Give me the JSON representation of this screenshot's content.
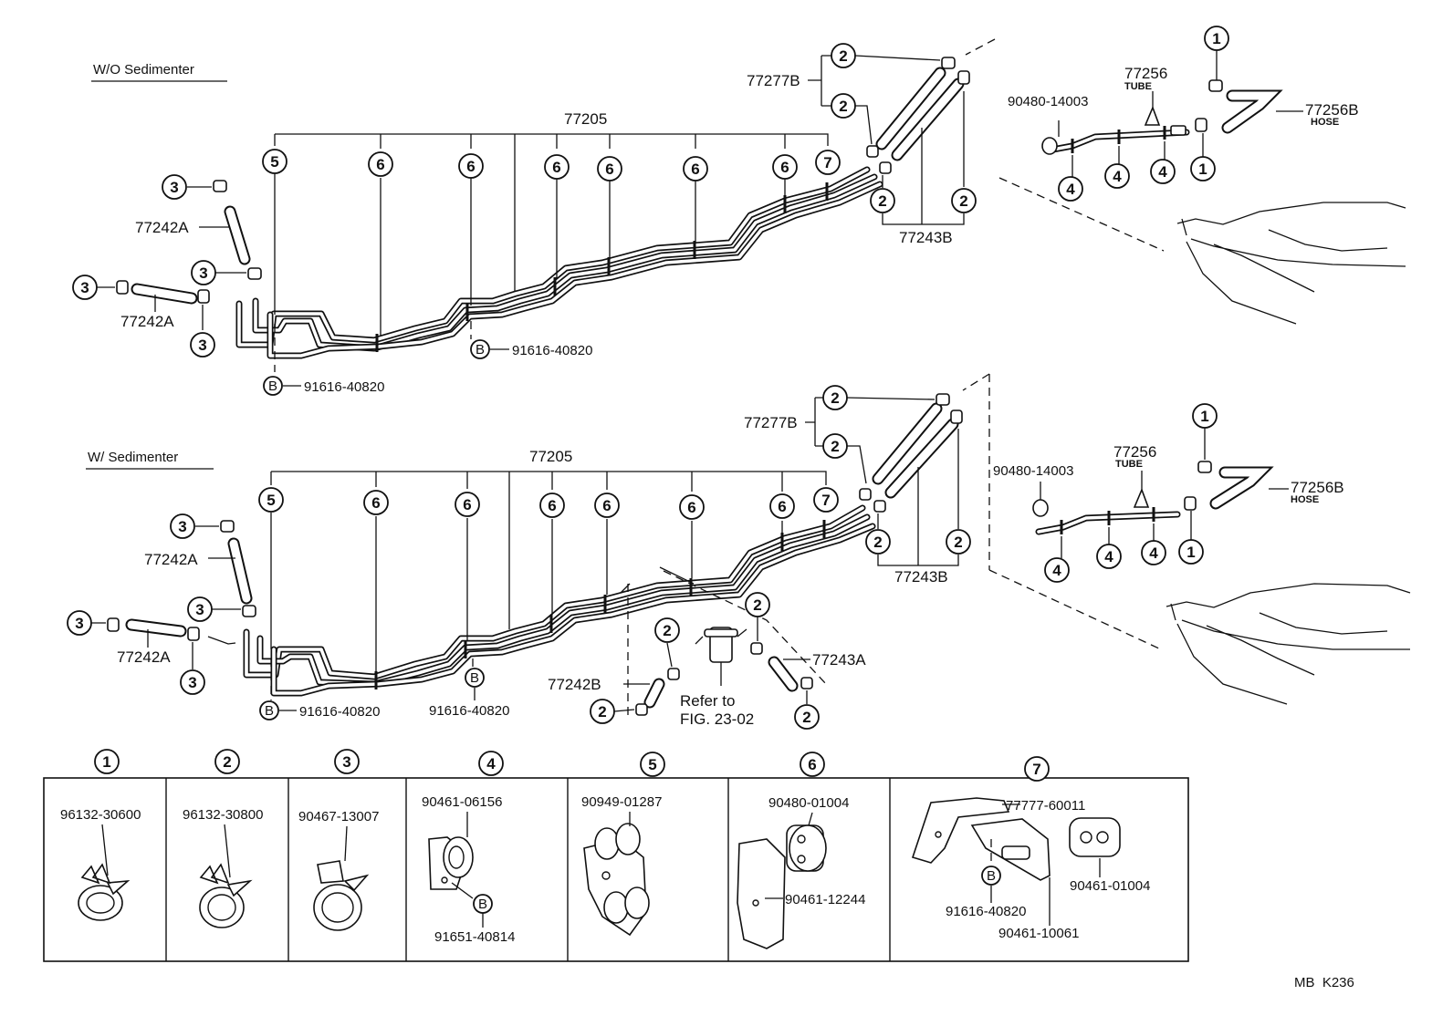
{
  "upper": {
    "heading": "W/O Sedimenter",
    "labels": {
      "p77205": "77205",
      "p77277b": "77277B",
      "p77243b": "77243B",
      "p77242a_1": "77242A",
      "p77242a_2": "77242A",
      "p91616_a": "91616-40820",
      "p91616_b": "91616-40820",
      "p90480": "90480-14003",
      "p77256": "77256",
      "tube": "TUBE",
      "p77256b": "77256B",
      "hose": "HOSE"
    }
  },
  "lower": {
    "heading": "W/ Sedimenter",
    "labels": {
      "p77205": "77205",
      "p77277b": "77277B",
      "p77243b": "77243B",
      "p77242a_1": "77242A",
      "p77242a_2": "77242A",
      "p91616_a": "91616-40820",
      "p91616_b": "91616-40820",
      "p90480": "90480-14003",
      "p77256": "77256",
      "tube": "TUBE",
      "p77256b": "77256B",
      "hose": "HOSE",
      "p77242b": "77242B",
      "p77243a": "77243A",
      "refer1": "Refer to",
      "refer2": "FIG. 23-02"
    }
  },
  "callouts": {
    "n1": "1",
    "n2": "2",
    "n3": "3",
    "n4": "4",
    "n5": "5",
    "n6": "6",
    "n7": "7",
    "b": "B"
  },
  "legend": {
    "sections": [
      {
        "number": "1",
        "parts": [
          "96132-30600"
        ]
      },
      {
        "number": "2",
        "parts": [
          "96132-30800"
        ]
      },
      {
        "number": "3",
        "parts": [
          "90467-13007"
        ]
      },
      {
        "number": "4",
        "parts": [
          "90461-06156",
          "91651-40814"
        ]
      },
      {
        "number": "5",
        "parts": [
          "90949-01287"
        ]
      },
      {
        "number": "6",
        "parts": [
          "90480-01004",
          "90461-12244"
        ]
      },
      {
        "number": "7",
        "parts": [
          "77777-60011",
          "91616-40820",
          "90461-01004",
          "90461-10061"
        ]
      }
    ]
  },
  "code": "MB  K236"
}
